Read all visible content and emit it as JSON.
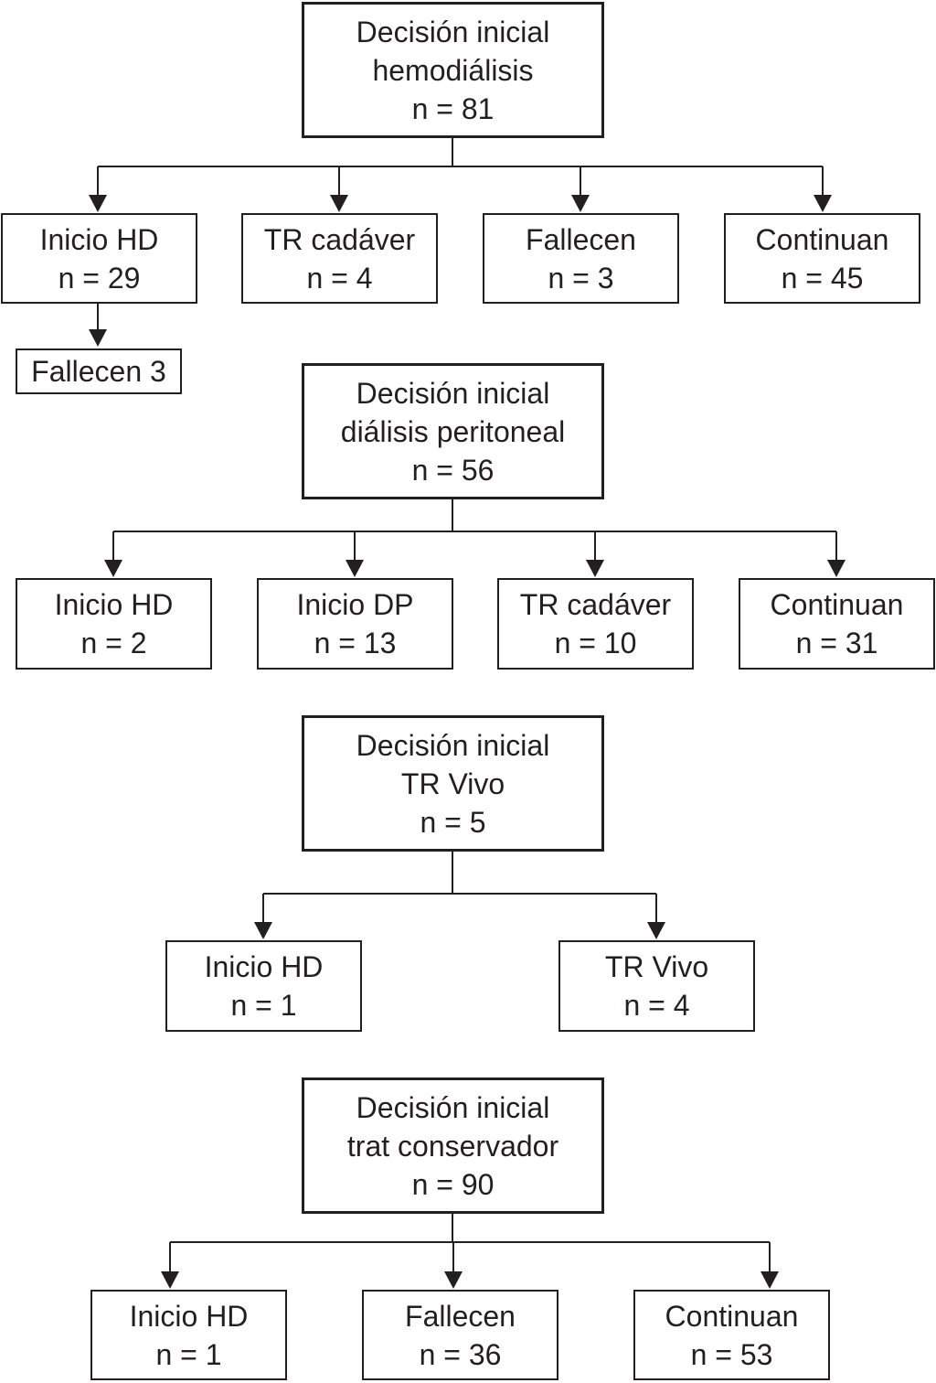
{
  "line_color": "#231f20",
  "background_color": "#ffffff",
  "flowchart": {
    "hemodialisis": {
      "root": {
        "line1": "Decisión inicial",
        "line2": "hemodiálisis",
        "line3": "n = 81"
      },
      "children": [
        {
          "line1": "Inicio HD",
          "line2": "n = 29"
        },
        {
          "line1": "TR cadáver",
          "line2": "n = 4"
        },
        {
          "line1": "Fallecen",
          "line2": "n = 3"
        },
        {
          "line1": "Continuan",
          "line2": "n = 45"
        }
      ],
      "sub": {
        "line1": "Fallecen 3"
      }
    },
    "dialisis_peritoneal": {
      "root": {
        "line1": "Decisión inicial",
        "line2": "diálisis peritoneal",
        "line3": "n = 56"
      },
      "children": [
        {
          "line1": "Inicio HD",
          "line2": "n = 2"
        },
        {
          "line1": "Inicio DP",
          "line2": "n = 13"
        },
        {
          "line1": "TR cadáver",
          "line2": "n = 10"
        },
        {
          "line1": "Continuan",
          "line2": "n = 31"
        }
      ]
    },
    "tr_vivo": {
      "root": {
        "line1": "Decisión inicial",
        "line2": "TR Vivo",
        "line3": "n = 5"
      },
      "children": [
        {
          "line1": "Inicio HD",
          "line2": "n = 1"
        },
        {
          "line1": "TR Vivo",
          "line2": "n = 4"
        }
      ]
    },
    "trat_conservador": {
      "root": {
        "line1": "Decisión inicial",
        "line2": "trat conservador",
        "line3": "n = 90"
      },
      "children": [
        {
          "line1": "Inicio HD",
          "line2": "n = 1"
        },
        {
          "line1": "Fallecen",
          "line2": "n = 36"
        },
        {
          "line1": "Continuan",
          "line2": "n = 53"
        }
      ]
    }
  }
}
